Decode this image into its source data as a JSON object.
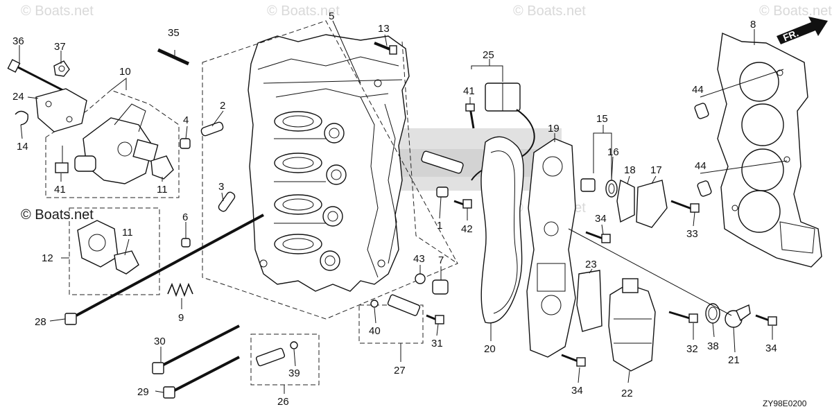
{
  "watermarks": {
    "top": [
      "© Boats.net",
      "© Boats.net",
      "© Boats.net",
      "© Boats.net"
    ],
    "left": "© Boats.net",
    "right": "© Boats.net"
  },
  "direction_label": "FR.",
  "diagram_code": "ZY98E0200",
  "callouts": {
    "c1": "1",
    "c2": "2",
    "c3": "3",
    "c4": "4",
    "c5": "5",
    "c6": "6",
    "c7": "7",
    "c8": "8",
    "c9": "9",
    "c10": "10",
    "c11a": "11",
    "c11b": "11",
    "c12": "12",
    "c13": "13",
    "c14": "14",
    "c15": "15",
    "c16": "16",
    "c17": "17",
    "c18": "18",
    "c19": "19",
    "c20": "20",
    "c21": "21",
    "c22": "22",
    "c23": "23",
    "c24": "24",
    "c25": "25",
    "c26": "26",
    "c27": "27",
    "c28": "28",
    "c29": "29",
    "c30": "30",
    "c31": "31",
    "c32": "32",
    "c33": "33",
    "c34a": "34",
    "c34b": "34",
    "c34c": "34",
    "c35": "35",
    "c36": "36",
    "c37": "37",
    "c38": "38",
    "c39": "39",
    "c40": "40",
    "c41a": "41",
    "c41b": "41",
    "c42": "42",
    "c43": "43",
    "c44a": "44",
    "c44b": "44"
  }
}
